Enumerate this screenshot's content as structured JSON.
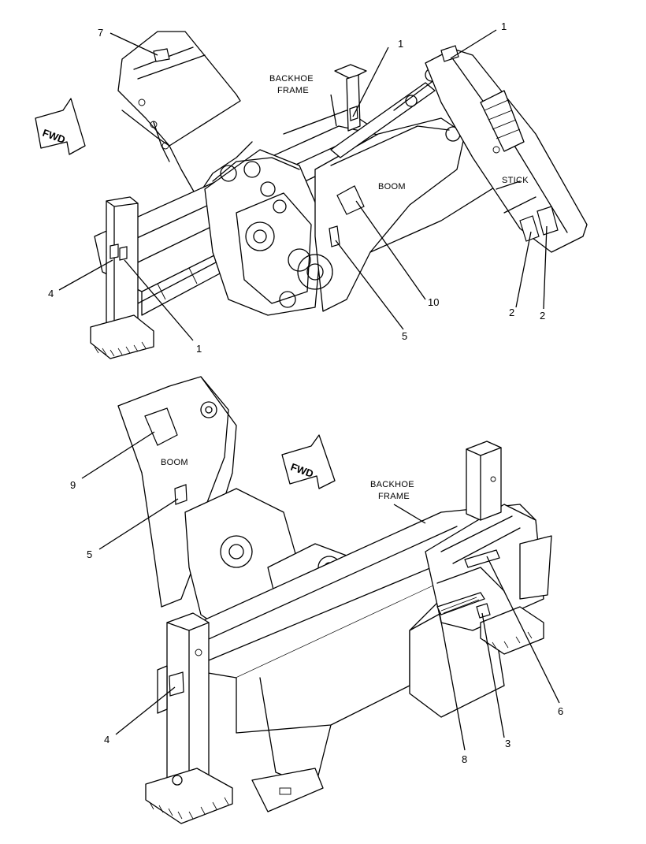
{
  "colors": {
    "ink": "#000000",
    "paper": "#ffffff"
  },
  "top_view": {
    "labels": {
      "backhoe_frame_line1": "BACKHOE",
      "backhoe_frame_line2": "FRAME",
      "boom": "BOOM",
      "stick": "STICK",
      "fwd": "FWD"
    },
    "callouts": {
      "c7": "7",
      "c1_center": "1",
      "c1_right": "1",
      "c4": "4",
      "c1_bottom": "1",
      "c10": "10",
      "c5": "5",
      "c2_left": "2",
      "c2_right": "2"
    }
  },
  "bottom_view": {
    "labels": {
      "boom": "BOOM",
      "fwd": "FWD",
      "backhoe_frame_line1": "BACKHOE",
      "backhoe_frame_line2": "FRAME"
    },
    "callouts": {
      "c9": "9",
      "c5": "5",
      "c4": "4",
      "c8": "8",
      "c3": "3",
      "c6": "6"
    }
  }
}
